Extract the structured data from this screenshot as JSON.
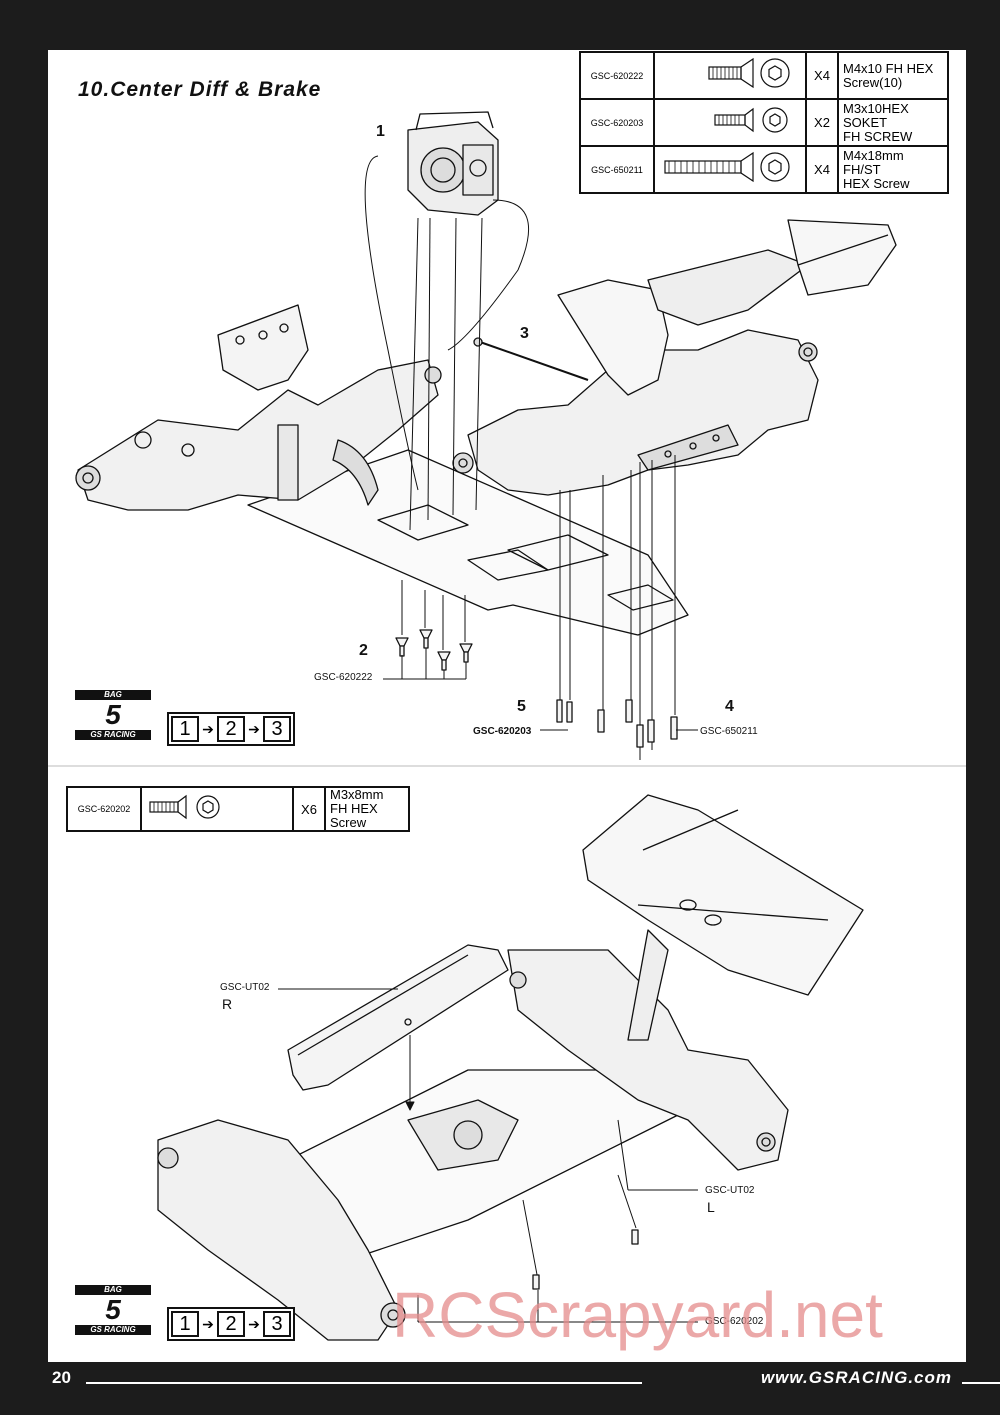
{
  "section_title": "10.Center Diff  & Brake",
  "parts_table_top": [
    {
      "code": "GSC-620222",
      "qty": "X4",
      "desc_line1": "M4x10 FH HEX",
      "desc_line2": "Screw(10)"
    },
    {
      "code": "GSC-620203",
      "qty": "X2",
      "desc_line1": "M3x10HEX SOKET",
      "desc_line2": "FH SCREW"
    },
    {
      "code": "GSC-650211",
      "qty": "X4",
      "desc_line1": "M4x18mm FH/ST",
      "desc_line2": "HEX Screw"
    }
  ],
  "parts_table_bottom": [
    {
      "code": "GSC-620202",
      "qty": "X6",
      "desc": "M3x8mm FH HEX Screw"
    }
  ],
  "callouts": {
    "n1": "1",
    "n2": "2",
    "n3": "3",
    "n4": "4",
    "n5": "5",
    "code_2": "GSC-620222",
    "code_5": "GSC-620203",
    "code_4": "GSC-650211",
    "body_r_code": "GSC-UT02",
    "body_r_side": "R",
    "body_l_code": "GSC-UT02",
    "body_l_side": "L",
    "bottom_screw_code": "GSC-620202"
  },
  "bag": {
    "top_label": "BAG",
    "number": "5",
    "bottom_label": "GS RACING"
  },
  "steps": [
    "1",
    "2",
    "3"
  ],
  "footer": {
    "page_number": "20",
    "website": "www.GSRACING.com"
  },
  "watermark": "RCScrapyard.net",
  "icons": [
    "flat-head-screw-icon",
    "hex-socket-icon",
    "arrow-right-icon"
  ]
}
